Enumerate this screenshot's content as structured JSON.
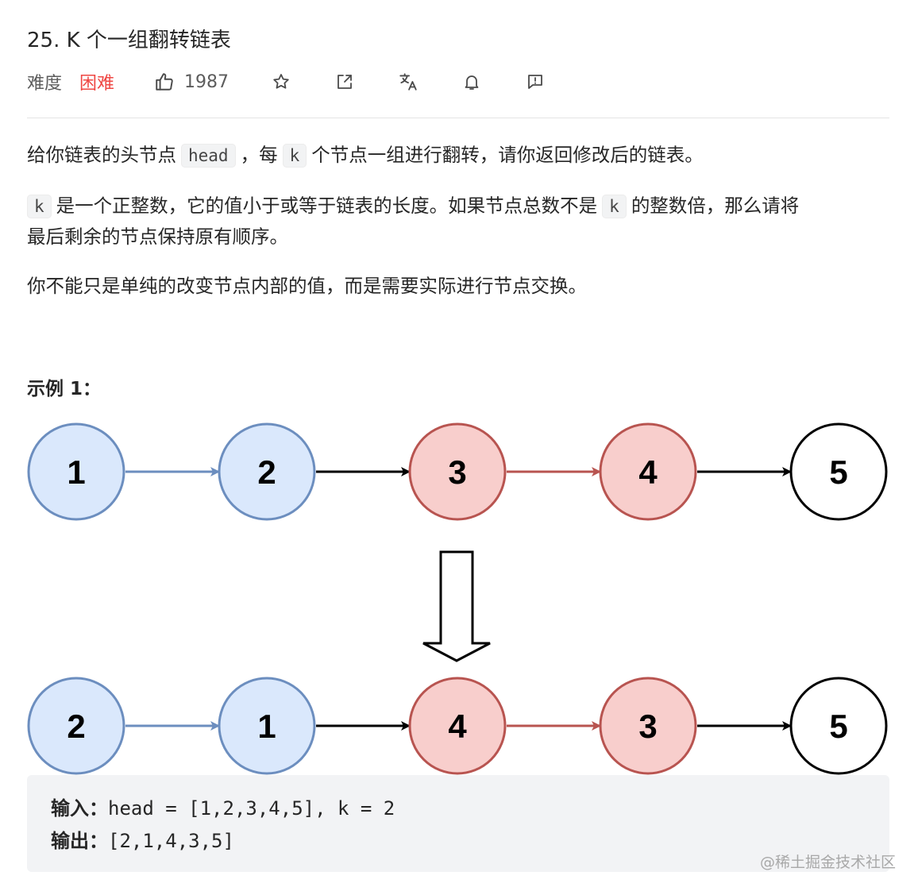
{
  "problem": {
    "title": "25. K 个一组翻转链表"
  },
  "meta": {
    "difficulty_label": "难度",
    "difficulty_value": "困难",
    "like_count": "1987",
    "difficulty_color": "#ef4743"
  },
  "icons": [
    "thumbs-up-icon",
    "star-icon",
    "share-icon",
    "translate-icon",
    "bell-icon",
    "feedback-icon"
  ],
  "description": {
    "p1": {
      "a": "给你链表的头节点",
      "code1": "head",
      "b": "，每",
      "code2": "k",
      "c": "个节点一组进行翻转，请你返回修改后的链表。"
    },
    "p2": {
      "code1": "k",
      "a": "是一个正整数，它的值小于或等于链表的长度。如果节点总数不是",
      "code2": "k",
      "b": "的整数倍，那么请将",
      "c": "最后剩余的节点保持原有顺序。"
    },
    "p3": "你不能只是单纯的改变节点内部的值，而是需要实际进行节点交换。"
  },
  "example": {
    "title": "示例 1：",
    "diagram": {
      "before": [
        "1",
        "2",
        "3",
        "4",
        "5"
      ],
      "after": [
        "2",
        "1",
        "4",
        "3",
        "5"
      ],
      "colors": {
        "blue_fill": "#dae8fc",
        "blue_stroke": "#6c8ebf",
        "red_fill": "#f8cecc",
        "red_stroke": "#b85450",
        "plain_fill": "#ffffff",
        "plain_stroke": "#000000"
      }
    },
    "input_label": "输入：",
    "input_value": "head = [1,2,3,4,5], k = 2",
    "output_label": "输出：",
    "output_value": "[2,1,4,3,5]"
  },
  "watermark": "@稀土掘金技术社区"
}
